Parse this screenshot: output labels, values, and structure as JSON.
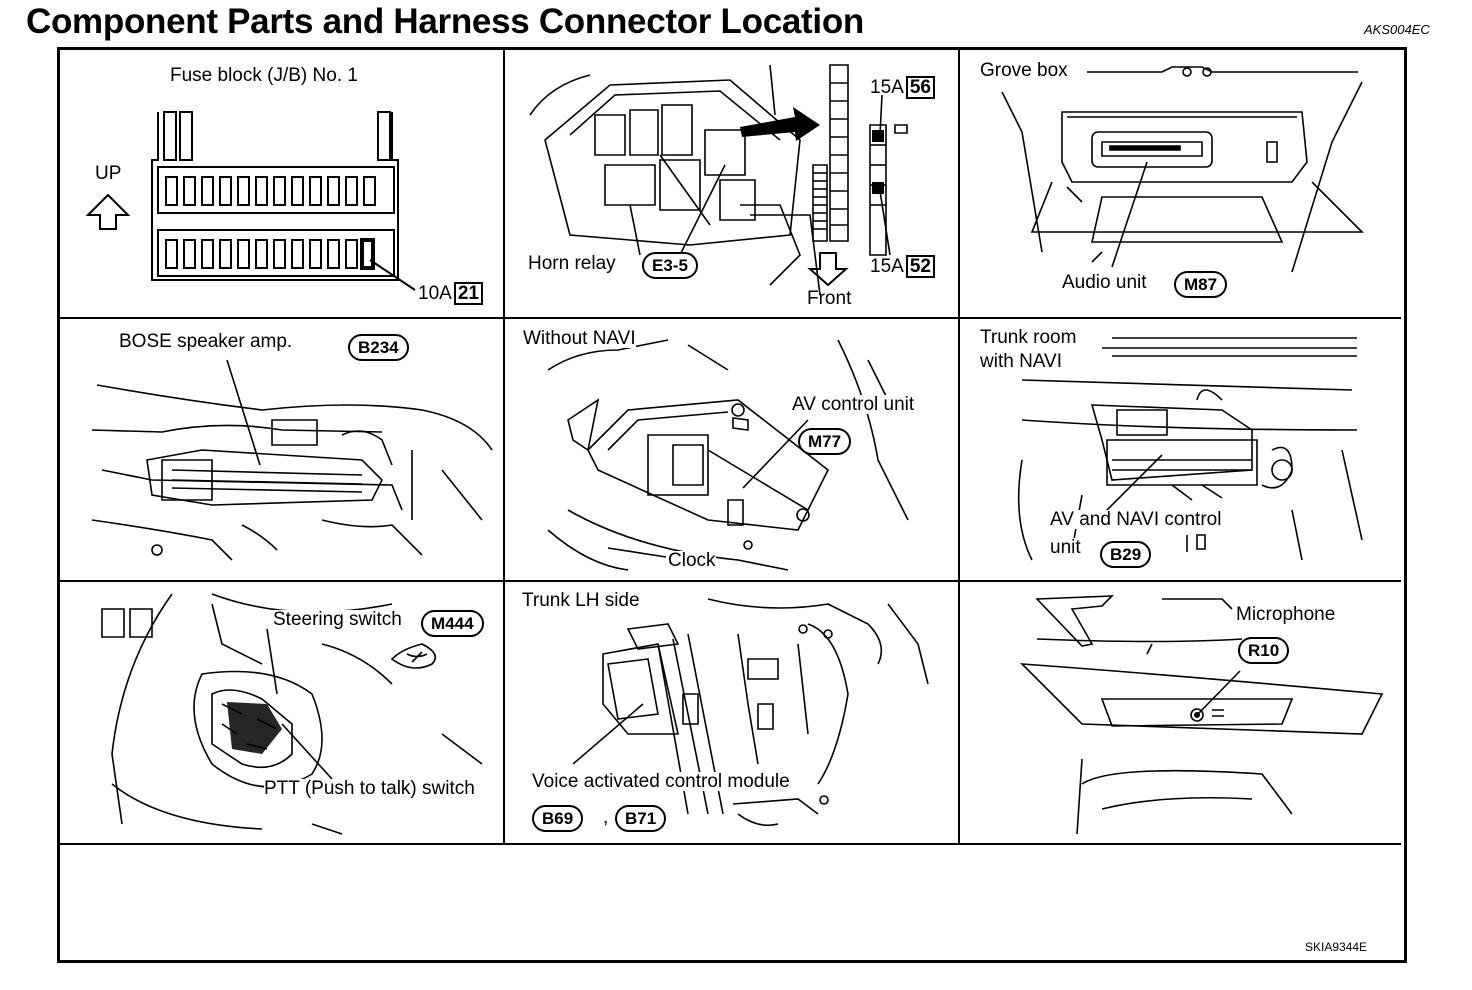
{
  "title": "Component Parts and Harness Connector Location",
  "ref_code": "AKS004EC",
  "figure_code": "SKIA9344E",
  "panels": {
    "fuse_block": {
      "title": "Fuse block (J/B) No. 1",
      "up": "UP",
      "fuse_amp": "10A",
      "fuse_no": "21"
    },
    "horn_relay": {
      "label": "Horn relay",
      "connector": "E3-5",
      "fuse_top_amp": "15A",
      "fuse_top_no": "56",
      "fuse_bottom_amp": "15A",
      "fuse_bottom_no": "52",
      "front": "Front"
    },
    "audio_unit": {
      "grove_box": "Grove box",
      "label": "Audio unit",
      "connector": "M87"
    },
    "bose_amp": {
      "label": "BOSE speaker amp.",
      "connector": "B234"
    },
    "av_control": {
      "condition": "Without NAVI",
      "label": "AV control unit",
      "connector": "M77",
      "clock": "Clock"
    },
    "av_navi": {
      "location_line1": "Trunk room",
      "location_line2": "with NAVI",
      "label_line1": "AV and NAVI control",
      "label_line2": "unit",
      "connector": "B29"
    },
    "steering": {
      "label": "Steering switch",
      "connector": "M444",
      "ptt": "PTT (Push to talk) switch"
    },
    "voice_module": {
      "location": "Trunk LH side",
      "label": "Voice activated control module",
      "connector1": "B69",
      "separator": ",",
      "connector2": "B71"
    },
    "microphone": {
      "label": "Microphone",
      "connector": "R10"
    }
  }
}
